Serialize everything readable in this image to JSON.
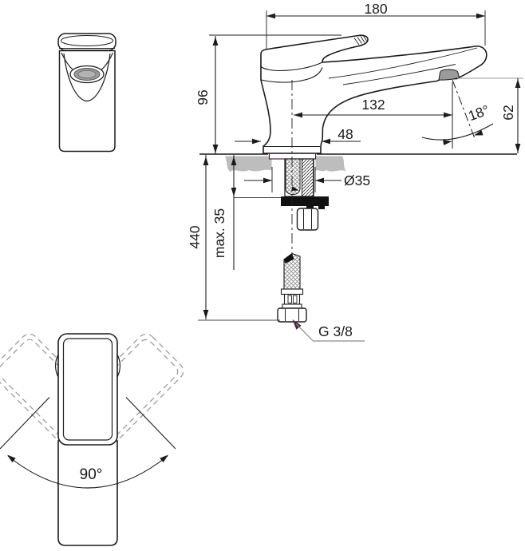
{
  "drawing": {
    "type": "faucet installation dimensional drawing",
    "views": {
      "front_view": "single-lever basin mixer, front elevation",
      "side_view": "basin mixer side elevation with mounting parts",
      "top_view": "handle swivel range, plan view"
    },
    "dimensions": {
      "overall_length": "180",
      "height_above_deck": "96",
      "spout_reach": "132",
      "base_depth": "48",
      "outlet_height": "62",
      "outlet_angle": "18°",
      "deck_hole_diameter": "Ø35",
      "max_mounting_thickness": "max. 35",
      "supply_hose_length": "440",
      "connection_thread": "G 3/8",
      "handle_swivel_angle": "90°"
    },
    "colors": {
      "line": "#1c1c1c",
      "deck_gray": "#bdbdbd",
      "aerator_gray": "#9b9b9b",
      "gasket_accent": "#4f2342",
      "leader_gray": "#8a8a8a"
    }
  }
}
